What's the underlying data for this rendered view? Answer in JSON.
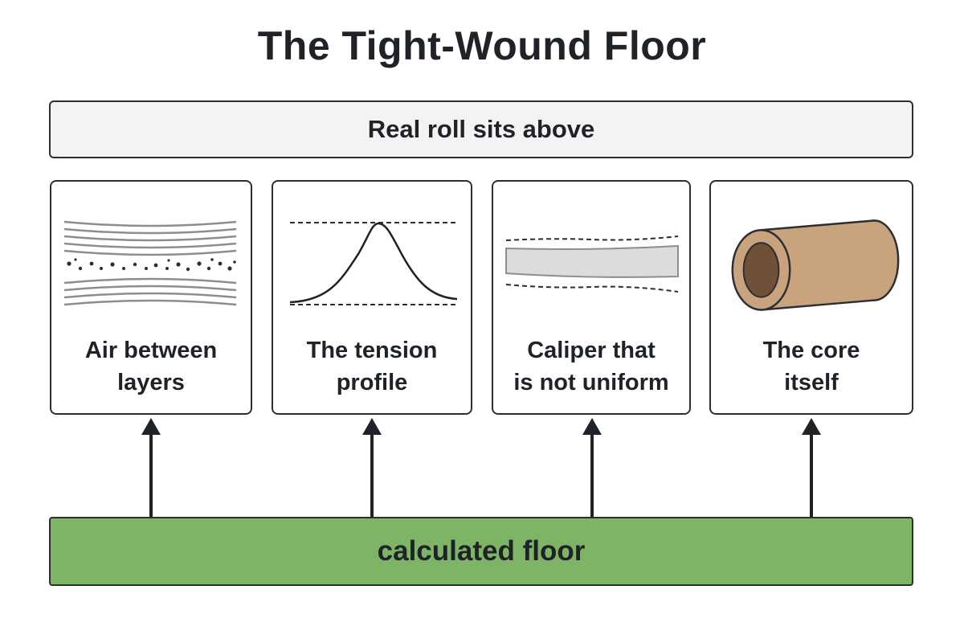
{
  "title": "The Tight-Wound Floor",
  "top_bar": {
    "label": "Real roll sits above"
  },
  "cards": [
    {
      "label": "Air between\nlayers",
      "icon": "air-layers-icon"
    },
    {
      "label": "The tension\nprofile",
      "icon": "tension-curve-icon"
    },
    {
      "label": "Caliper that\nis not uniform",
      "icon": "uneven-caliper-icon"
    },
    {
      "label": "The core\nitself",
      "icon": "core-tube-icon"
    }
  ],
  "floor": {
    "label": "calculated floor"
  },
  "colors": {
    "floor_fill": "#7db466",
    "top_fill": "#f3f3f3",
    "outline": "#2b2f33",
    "core_brown": "#c9a27e"
  }
}
